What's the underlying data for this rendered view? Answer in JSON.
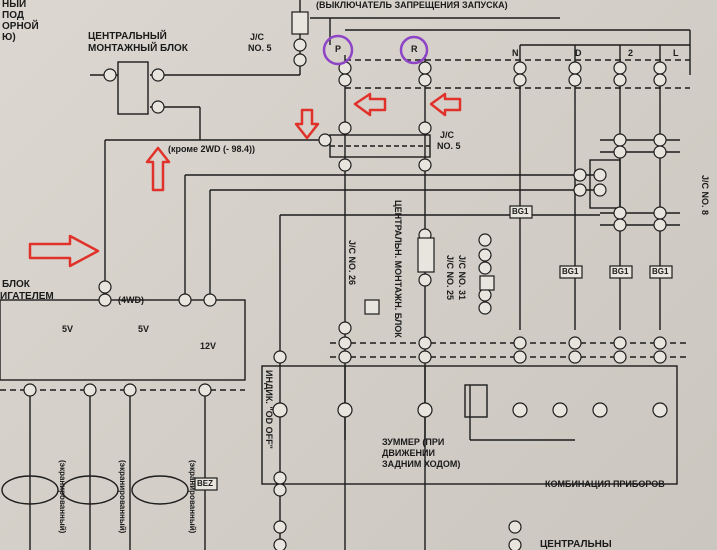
{
  "labels": {
    "top_left_1": "НЫЙ",
    "top_left_2": "ПОД",
    "top_left_3": "ОРНОЙ",
    "top_left_4": "Ю)",
    "inhibitor_switch": "(ВЫКЛЮЧАТЕЛЬ ЗАПРЕЩЕНИЯ ЗАПУСКА)",
    "central_block_1": "ЦЕНТРАЛЬНЫЙ",
    "central_block_2": "МОНТАЖНЫЙ БЛОК",
    "jc5_top_1": "J/C",
    "jc5_top_2": "NO. 5",
    "jc5_mid_1": "J/C",
    "jc5_mid_2": "NO. 5",
    "except_2wd": "(кроме 2WD (- 98.4))",
    "central_block_vert": "ЦЕНТРАЛЬН. МОНТАЖН. БЛОК",
    "jc26": "J/C NO. 26",
    "jc25": "J/C NO. 25",
    "jc31": "J/C NO. 31",
    "jc8": "J/C NO. 8",
    "engine_block_1": "БЛОК",
    "engine_block_2": "ИГАТЕЛЕМ",
    "fourwd": "(4WD)",
    "od_off": "ИНДИК. \"OD OFF\"",
    "buzzer_1": "ЗУММЕР (ПРИ",
    "buzzer_2": "ДВИЖЕНИИ",
    "buzzer_3": "ЗАДНИМ ХОДОМ)",
    "combination": "КОМБИНАЦИЯ ПРИБОРОВ",
    "central_bottom": "ЦЕНТРАЛЬНЫ",
    "shielded_1": "(экранированный)",
    "shielded_2": "(экранированный)",
    "shielded_3": "(экранированный)",
    "v5a": "5V",
    "v5b": "5V",
    "v12": "12V",
    "bez": "BEZ",
    "bg1a": "BG1",
    "bg1b": "BG1",
    "bg1c": "BG1",
    "bg1d": "BG1"
  },
  "connectors": {
    "P": "P",
    "R": "R",
    "N": "N",
    "D": "D",
    "two": "2",
    "L": "L"
  },
  "colors": {
    "annotation_red": "#e0322a",
    "circle_purple": "#8e44c6",
    "wire": "#1c1c1c"
  }
}
